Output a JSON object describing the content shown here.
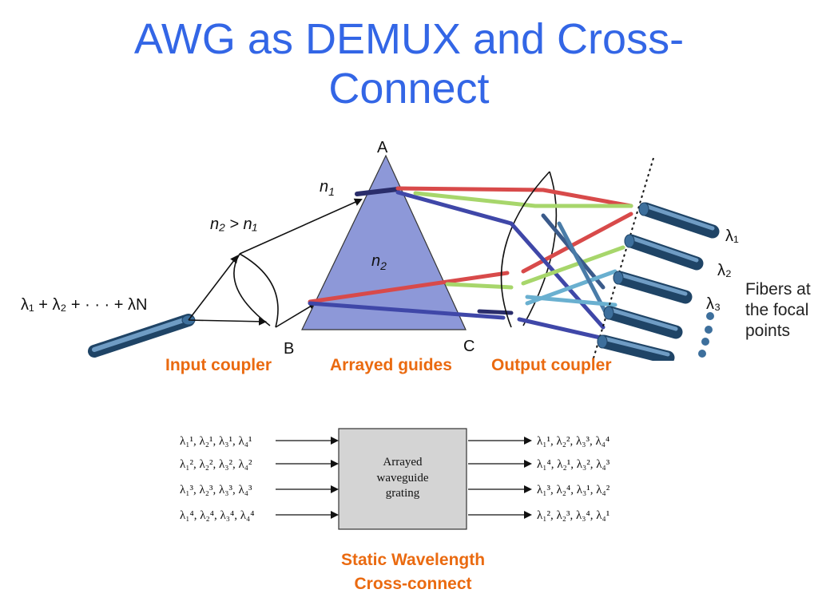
{
  "title": {
    "line1": "AWG as DEMUX and Cross-",
    "line2": "Connect"
  },
  "prism": {
    "vertex_a": "A",
    "vertex_b": "B",
    "vertex_c": "C",
    "n1": "n",
    "n1_sub": "1",
    "n2": "n",
    "n2_sub": "2"
  },
  "coupler": {
    "relation": "n₂ > n₁"
  },
  "input_label": "λ₁ + λ₂ + · · · + λN",
  "fiber_lambdas": [
    "λ₁",
    "λ₂",
    "λ₃"
  ],
  "fibers_caption": {
    "line1": "Fibers at",
    "line2": "the focal",
    "line3": "points"
  },
  "captions": {
    "input": "Input coupler",
    "arrayed": "Arrayed guides",
    "output": "Output coupler"
  },
  "awg_box": {
    "line1": "Arrayed",
    "line2": "waveguide",
    "line3": "grating"
  },
  "inputs": [
    [
      "λ₁¹",
      "λ₂¹",
      "λ₃¹",
      "λ₄¹"
    ],
    [
      "λ₁²",
      "λ₂²",
      "λ₃²",
      "λ₄²"
    ],
    [
      "λ₁³",
      "λ₂³",
      "λ₃³",
      "λ₄³"
    ],
    [
      "λ₁⁴",
      "λ₂⁴",
      "λ₃⁴",
      "λ₄⁴"
    ]
  ],
  "outputs": [
    [
      "λ₁¹",
      "λ₂²",
      "λ₃³",
      "λ₄⁴"
    ],
    [
      "λ₁⁴",
      "λ₂¹",
      "λ₃²",
      "λ₄³"
    ],
    [
      "λ₁³",
      "λ₂⁴",
      "λ₃¹",
      "λ₄²"
    ],
    [
      "λ₁²",
      "λ₂³",
      "λ₃⁴",
      "λ₄¹"
    ]
  ],
  "static_caption": {
    "line1": "Static Wavelength",
    "line2": "Cross-connect"
  }
}
